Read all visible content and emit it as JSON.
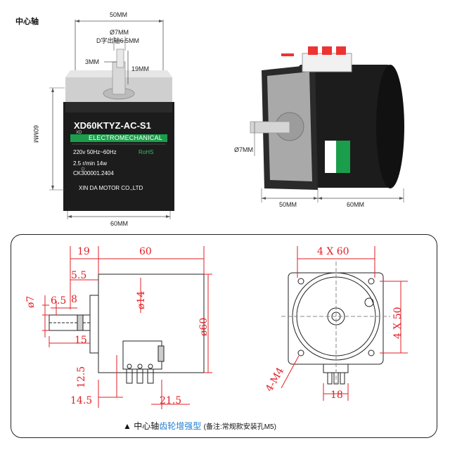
{
  "header": {
    "title": "中心轴"
  },
  "photo_front": {
    "dim_top": "50MM",
    "dim_shaft_diameter": "Ø7MM",
    "dim_d_shaft": "D字出轴6.5MM",
    "dim_flat": "3MM",
    "dim_shaft_length": "19MM",
    "dim_height": "60MM",
    "dim_bottom": "60MM",
    "label": {
      "model": "XD60KTYZ-AC-S1",
      "brand_small": "XD",
      "brand_banner": "ELECTROMECHANICAL",
      "spec1": "220v 50Hz~60Hz",
      "rohs": "RoHS",
      "spec2": "2.5 r/min 14w",
      "serial": "CK300001.2404",
      "maker": "XIN DA MOTOR CO.,LTD"
    }
  },
  "photo_side": {
    "dim_diameter": "Ø7MM",
    "dim_left": "50MM",
    "dim_right": "60MM"
  },
  "drawing_side": {
    "d19": "19",
    "d60": "60",
    "d55": "5.5",
    "d7": "ø7",
    "d65": "6.5",
    "d8": "8",
    "d14": "ø14",
    "d60dia": "ø60",
    "d15": "15",
    "d125": "12.5",
    "d145": "14.5",
    "d215": "21.5"
  },
  "drawing_front": {
    "top": "4 X 60",
    "right": "4 X 50",
    "holes": "4-M4",
    "bottom": "18"
  },
  "caption": {
    "triangle": "▲",
    "part1": "中心轴",
    "part2": "齿轮增强型",
    "note": "(备注:常规款安装孔M5)"
  },
  "colors": {
    "dim_red": "#e21f26",
    "caption_blue": "#1f7fd6",
    "motor_black": "#1a1a1a",
    "banner_green": "#1b9e4b"
  }
}
